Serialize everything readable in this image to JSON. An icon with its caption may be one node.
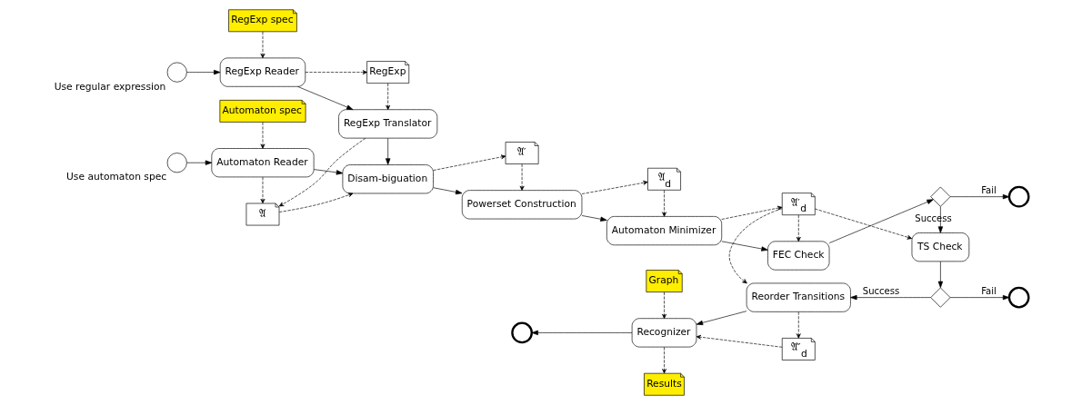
{
  "diagram": {
    "nodes": [
      {
        "text": [
          "Automaton spec"
        ]
      },
      {
        "text": [],
        "shape": "circle",
        "beside": [
          "Use automaton spec"
        ]
      },
      {
        "text": [
          "Automaton Reader"
        ]
      },
      {
        "text": [
          "Disam-biguation"
        ]
      },
      {
        "text": [
          "𝔄′"
        ]
      },
      {
        "text": [
          "Powerset Construction"
        ]
      },
      {
        "text": [
          "𝔄$_{d}$"
        ]
      },
      {
        "text": [
          "Automaton Minimizer"
        ]
      },
      {
        "text": [
          "FEC Check"
        ]
      },
      {
        "text": [],
        "shape": "diamond"
      },
      {
        "text": [],
        "shape": "circle"
      },
      {
        "text": [
          "𝔄"
        ]
      },
      {
        "text": [
          "𝔄′$_{d}$"
        ]
      },
      {
        "text": [
          "TS Check"
        ]
      },
      {
        "text": [
          "Graph"
        ]
      },
      {
        "text": [],
        "shape": "circle",
        "beside": [
          "Use regular expression"
        ]
      },
      {
        "text": [
          "RegExp Reader"
        ]
      },
      {
        "text": [
          "RegExp Translator"
        ]
      },
      {
        "text": [],
        "shape": "circle"
      },
      {
        "text": [
          "Recognizer"
        ]
      },
      {
        "text": [
          "Reorder Transitions"
        ]
      },
      {
        "text": [],
        "shape": "diamond"
      },
      {
        "text": [],
        "shape": "circle"
      },
      {
        "text": [
          "RegExp spec"
        ]
      },
      {
        "text": [
          "RegExp"
        ]
      },
      {
        "text": [
          "Results"
        ]
      },
      {
        "text": [
          "𝔄″$_{d}$"
        ]
      }
    ],
    "edges": [
      {
        "from": 1,
        "to": 2,
        "arrow": "to"
      },
      {
        "from": 2,
        "to": 3,
        "arrow": "to"
      },
      {
        "from": 3,
        "to": 5,
        "arrow": "to"
      },
      {
        "from": 5,
        "to": 7,
        "arrow": "to"
      },
      {
        "from": 7,
        "to": 8,
        "arrow": "to"
      },
      {
        "from": 8,
        "to": 9,
        "arrow": "to"
      },
      {
        "from": 9,
        "to": 10,
        "arrow": "to",
        "label": "Fail"
      },
      {
        "from": 9,
        "to": 13,
        "arrow": "to",
        "label": "Success"
      },
      {
        "from": 13,
        "to": 21,
        "arrow": "to"
      },
      {
        "from": 21,
        "to": 22,
        "arrow": "to",
        "label": "Fail"
      },
      {
        "from": 21,
        "to": 20,
        "arrow": "to",
        "label": "Success"
      },
      {
        "from": 20,
        "to": 19,
        "arrow": "to"
      },
      {
        "from": 19,
        "to": 18,
        "arrow": "to"
      },
      {
        "from": 15,
        "to": 16,
        "arrow": "to"
      },
      {
        "from": 16,
        "to": 17,
        "arrow": "to"
      },
      {
        "from": 17,
        "to": 3,
        "arrow": "to"
      },
      {
        "from": 0,
        "to": 2,
        "arrow": "to",
        "style": "dashed"
      },
      {
        "from": 2,
        "to": 11,
        "arrow": "to",
        "style": "dashed"
      },
      {
        "from": 11,
        "to": 3,
        "arrow": "to",
        "style": "dashed"
      },
      {
        "from": 17,
        "to": 11,
        "arrow": "to",
        "style": "dashed"
      },
      {
        "from": 3,
        "to": 4,
        "arrow": "to",
        "style": "dashed"
      },
      {
        "from": 4,
        "to": 5,
        "arrow": "to",
        "style": "dashed"
      },
      {
        "from": 5,
        "to": 6,
        "arrow": "to",
        "style": "dashed"
      },
      {
        "from": 6,
        "to": 7,
        "arrow": "to",
        "style": "dashed"
      },
      {
        "from": 7,
        "to": 12,
        "arrow": "to",
        "style": "dashed"
      },
      {
        "from": 12,
        "to": 8,
        "arrow": "to",
        "style": "dashed"
      },
      {
        "from": 12,
        "to": 13,
        "arrow": "to",
        "style": "dashed"
      },
      {
        "from": 12,
        "to": 20,
        "arrow": "to",
        "style": "dashed"
      },
      {
        "from": 14,
        "to": 19,
        "arrow": "to",
        "style": "dashed"
      },
      {
        "from": 19,
        "to": 25,
        "arrow": "to",
        "style": "dashed"
      },
      {
        "from": 20,
        "to": 26,
        "arrow": "to",
        "style": "dashed"
      },
      {
        "from": 26,
        "to": 19,
        "arrow": "to",
        "style": "dashed"
      },
      {
        "from": 23,
        "to": 16,
        "arrow": "to",
        "style": "dashed"
      },
      {
        "from": 16,
        "to": 24,
        "arrow": "to",
        "style": "dashed"
      },
      {
        "from": 24,
        "to": 17,
        "arrow": "to",
        "style": "dashed"
      }
    ]
  }
}
